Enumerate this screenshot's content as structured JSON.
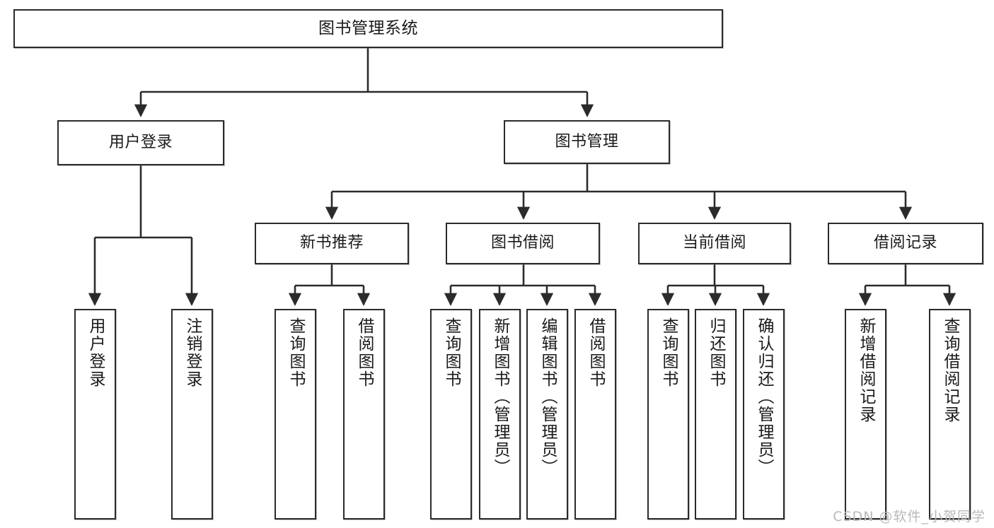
{
  "diagram": {
    "title": "图书管理系统",
    "type": "hierarchy-tree",
    "edge_color": "#2b2b2b",
    "box_border_color": "#2b2b2b",
    "box_fill_color": "#ffffff",
    "text_color": "#1a1a1a"
  },
  "nodes": {
    "root": {
      "label": "图书管理系统"
    },
    "level2": [
      {
        "id": "user-login",
        "label": "用户登录"
      },
      {
        "id": "book-manage",
        "label": "图书管理"
      }
    ],
    "level3": [
      {
        "id": "new-book-recommend",
        "label": "新书推荐"
      },
      {
        "id": "book-borrow",
        "label": "图书借阅"
      },
      {
        "id": "current-borrow",
        "label": "当前借阅"
      },
      {
        "id": "borrow-record",
        "label": "借阅记录"
      }
    ],
    "leaves": {
      "user_login": [
        {
          "id": "leaf-user-login",
          "label": "用户登录"
        },
        {
          "id": "leaf-user-logout",
          "label": "注销登录"
        }
      ],
      "new_book_recommend": [
        {
          "id": "leaf-query-book-1",
          "label": "查询图书"
        },
        {
          "id": "leaf-borrow-book-1",
          "label": "借阅图书"
        }
      ],
      "book_borrow": [
        {
          "id": "leaf-query-book-2",
          "label": "查询图书"
        },
        {
          "id": "leaf-add-book",
          "label": "新增图书（管理员）"
        },
        {
          "id": "leaf-edit-book",
          "label": "编辑图书（管理员）"
        },
        {
          "id": "leaf-borrow-book-2",
          "label": "借阅图书"
        }
      ],
      "current_borrow": [
        {
          "id": "leaf-query-book-3",
          "label": "查询图书"
        },
        {
          "id": "leaf-return-book",
          "label": "归还图书"
        },
        {
          "id": "leaf-confirm-return",
          "label": "确认归还（管理员）"
        }
      ],
      "borrow_record": [
        {
          "id": "leaf-add-record",
          "label": "新增借阅记录"
        },
        {
          "id": "leaf-query-record",
          "label": "查询借阅记录"
        }
      ]
    }
  },
  "watermark": {
    "text": "CSDN @软件_小贺同学"
  }
}
